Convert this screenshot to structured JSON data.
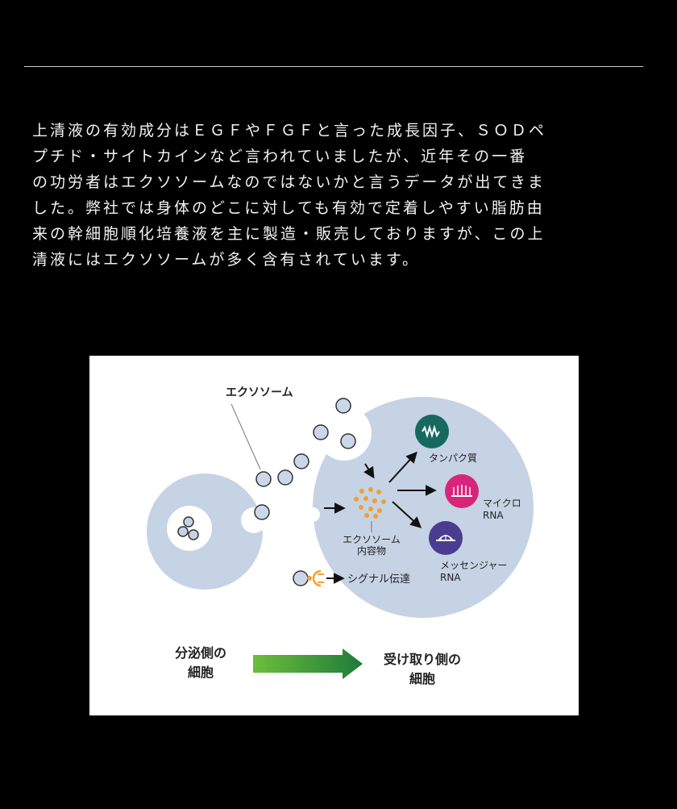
{
  "intro": {
    "lines": [
      "上清液の有効成分はＥＧＦやＦＧＦと言った成長因子、ＳＯＤペ",
      "プチド・サイトカインなど言われていましたが、近年その一番",
      "の功労者はエクソソームなのではないかと言うデータが出てきま",
      "した。弊社では身体のどこに対しても有効で定着しやすい脂肪由",
      "来の幹細胞順化培養液を主に製造・販売しておりますが、この上",
      "清液にはエクソソームが多く含有されています。"
    ]
  },
  "figure": {
    "exosome_label": "エクソソーム",
    "contents_label_1": "エクソソーム",
    "contents_label_2": "内容物",
    "protein_label": "タンパク質",
    "microrna_label_1": "マイクロ",
    "microrna_label_2": "RNA",
    "mrna_label_1": "メッセンジャー",
    "mrna_label_2": "RNA",
    "signal_label": "シグナル伝達",
    "secreting_cell_label_1": "分泌側の",
    "secreting_cell_label_2": "細胞",
    "receiving_cell_label_1": "受け取り側の",
    "receiving_cell_label_2": "細胞",
    "colors": {
      "cell": "#c5d3e4",
      "vesicle": "#c9d7e8",
      "protein": "#17695f",
      "microrna": "#d8257a",
      "mrna": "#4a3d8f",
      "contents": "#f0a030",
      "arrow_start": "#6cbf3a",
      "arrow_end": "#1f7a3b"
    }
  }
}
